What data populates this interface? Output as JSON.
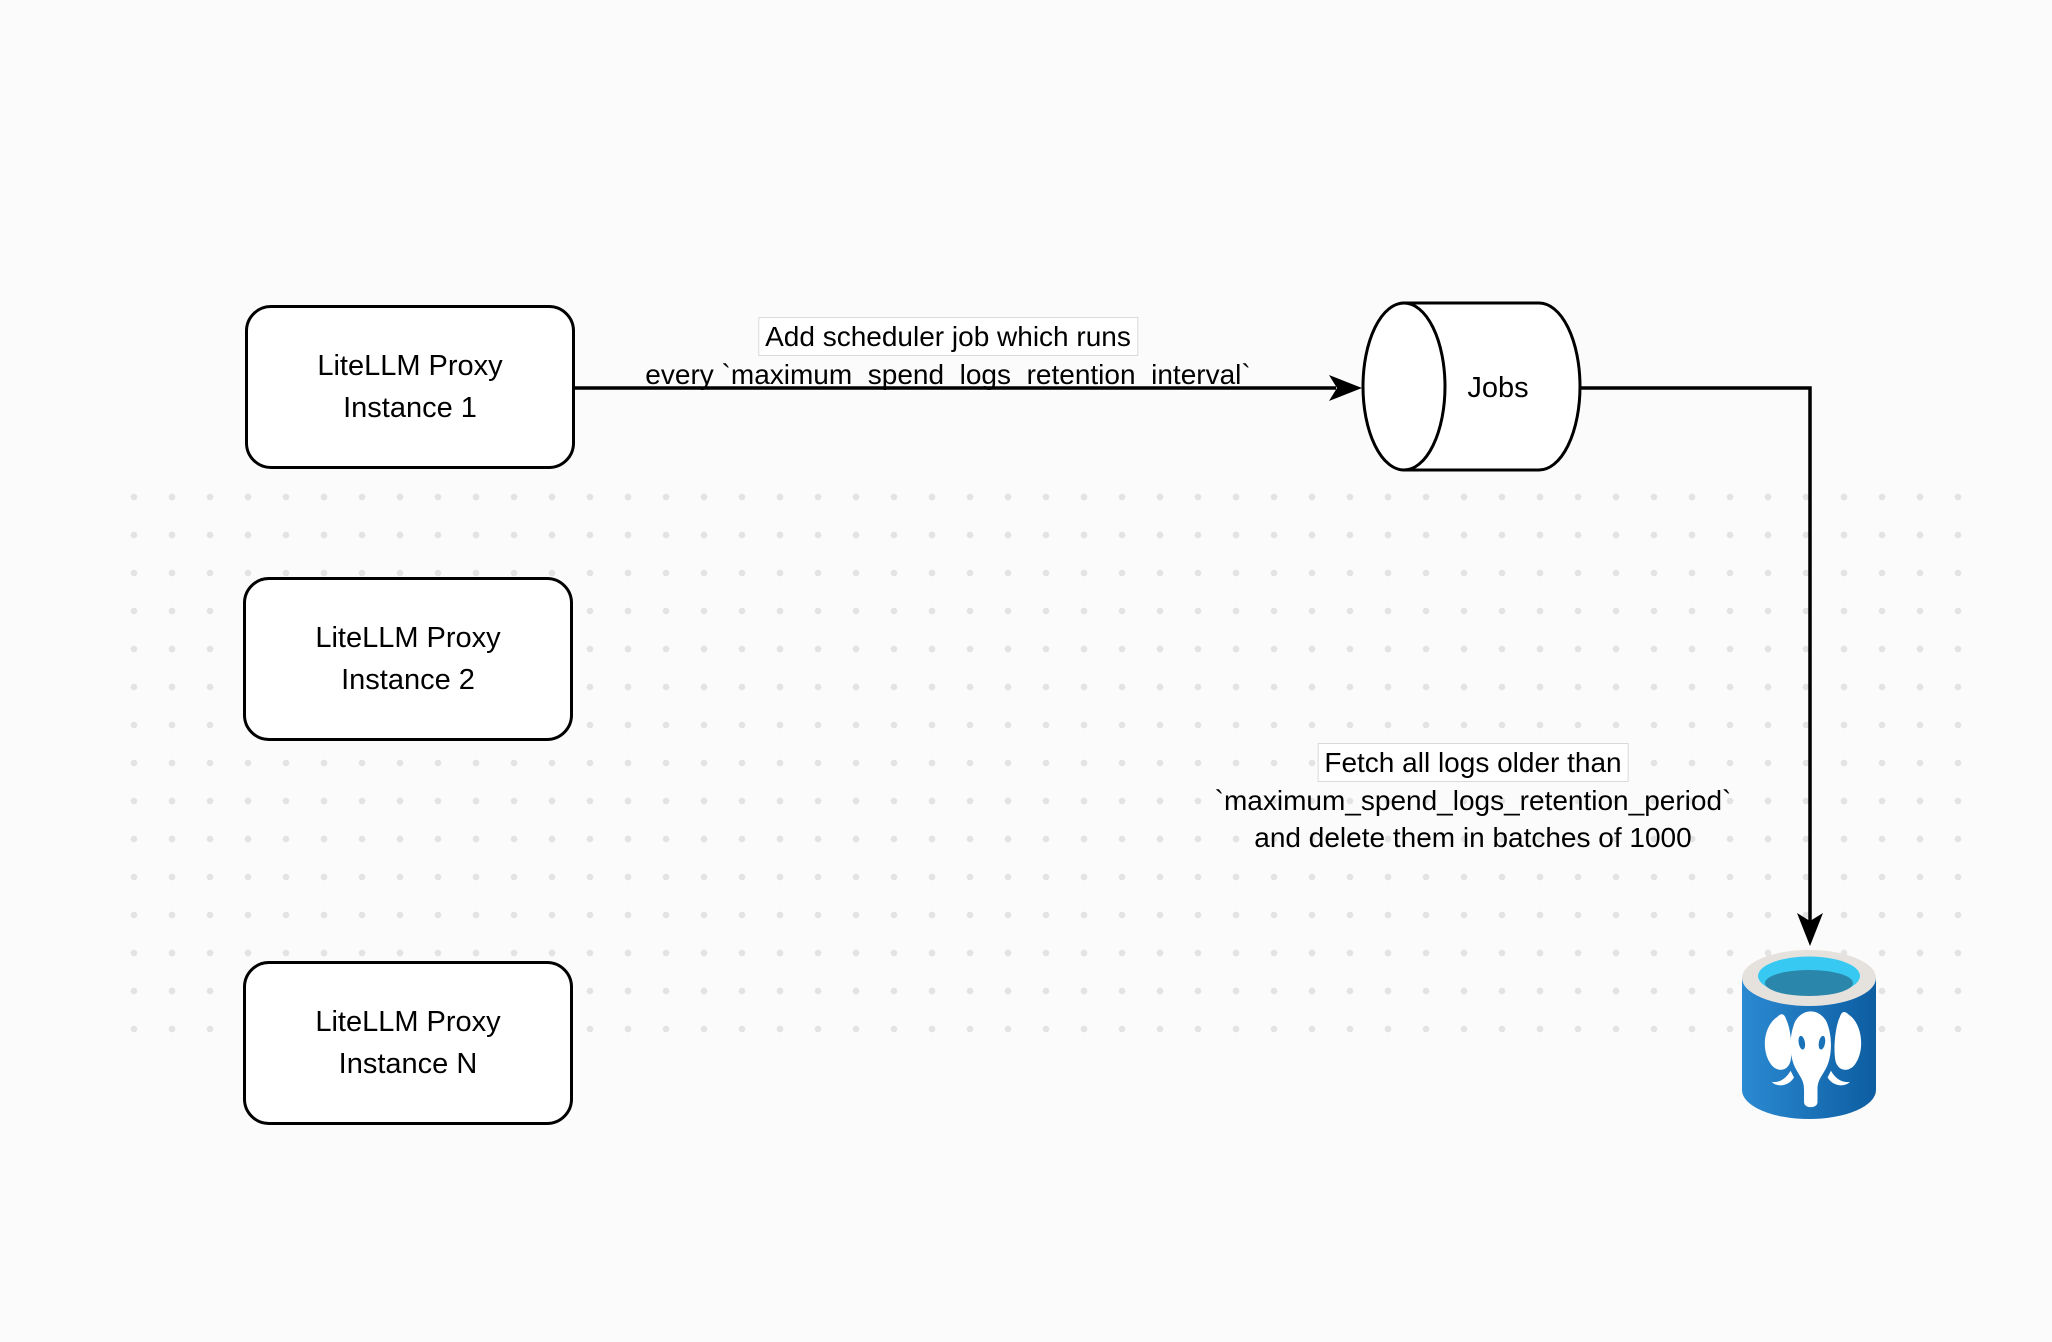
{
  "diagram": {
    "nodes": {
      "proxy1": {
        "label": "LiteLLM Proxy\nInstance 1"
      },
      "proxy2": {
        "label": "LiteLLM Proxy\nInstance 2"
      },
      "proxyN": {
        "label": "LiteLLM Proxy\nInstance N"
      },
      "jobs": {
        "label": "Jobs",
        "shape": "horizontal-cylinder"
      },
      "database": {
        "shape": "postgresql-database-cylinder"
      }
    },
    "edges": {
      "add_scheduler_job": {
        "label_line1": "Add scheduler job which runs",
        "label_line2": "every `maximum_spend_logs_retention_interval`"
      },
      "fetch_and_delete": {
        "label_line1": "Fetch all logs older than",
        "label_line2": "`maximum_spend_logs_retention_period`",
        "label_line3": "and delete them in batches of 1000"
      }
    },
    "colors": {
      "canvas_background": "#fbfbfb",
      "grid_dot": "#e3e3e3",
      "shape_fill": "#ffffff",
      "shape_stroke": "#000000",
      "postgres_body_blue_light": "#2b8ad2",
      "postgres_body_blue_dark": "#0d5da1",
      "postgres_rim": "#e5e2de",
      "postgres_opening_cyan": "#38c9f2",
      "postgres_opening_teal": "#2b86ab",
      "postgres_elephant_white": "#ffffff",
      "postgres_eye_blue": "#1a72b8"
    }
  }
}
